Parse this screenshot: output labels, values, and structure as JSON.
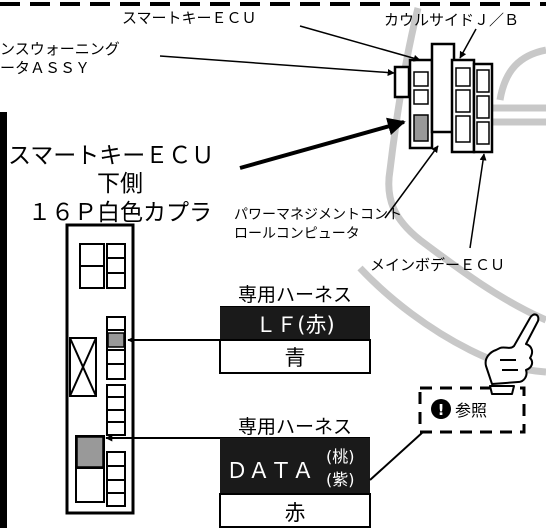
{
  "labels": {
    "smartkey_ecu": "スマートキーＥＣＵ",
    "cowl_side_jb": "カウルサイドＪ／Ｂ",
    "warning_buzzer_line1": "ンスウォーニング",
    "warning_buzzer_line2": "ータＡＳＳＹ",
    "callout_line1": "スマートキーＥＣＵ",
    "callout_line2": "下側",
    "callout_line3": "１６Ｐ白色カプラ",
    "pmc_line1": "パワーマネジメントコント",
    "pmc_line2": "ロールコンピュータ",
    "main_body_ecu": "メインボデーＥＣＵ",
    "harness1_title": "専用ハーネス",
    "harness1_wire": "ＬＦ(赤)",
    "harness1_color": "青",
    "harness2_title": "専用ハーネス",
    "harness2_wire": "ＤＡＴＡ",
    "harness2_wire_color1": "(桃)",
    "harness2_wire_color2": "(紫)",
    "harness2_color": "赤",
    "reference": "参照",
    "exclaim": "!"
  }
}
